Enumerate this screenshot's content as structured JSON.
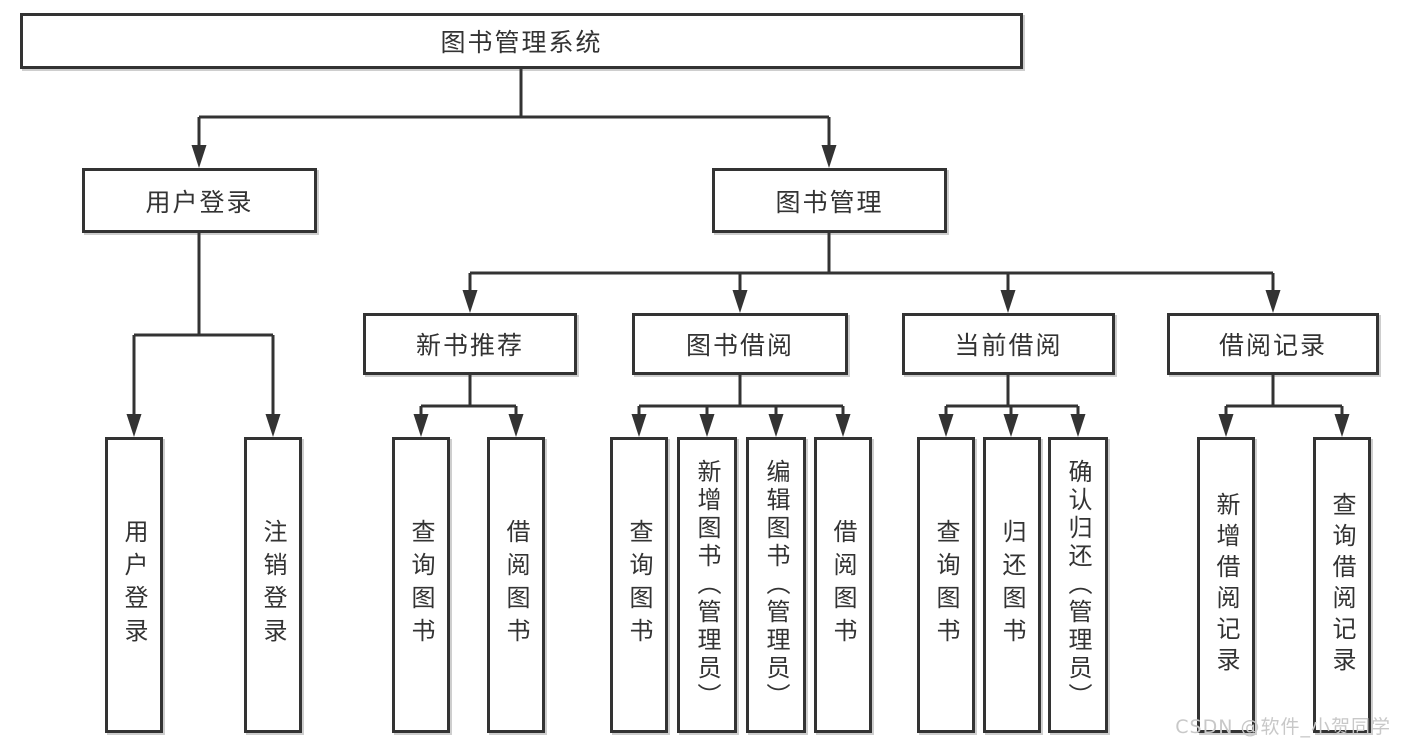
{
  "tree": {
    "root": "图书管理系统",
    "branches": [
      {
        "label": "用户登录",
        "children": [
          "用户登录",
          "注销登录"
        ]
      },
      {
        "label": "图书管理",
        "children": [
          {
            "label": "新书推荐",
            "children": [
              "查询图书",
              "借阅图书"
            ]
          },
          {
            "label": "图书借阅",
            "children": [
              "查询图书",
              "新增图书（管理员）",
              "编辑图书（管理员）",
              "借阅图书"
            ]
          },
          {
            "label": "当前借阅",
            "children": [
              "查询图书",
              "归还图书",
              "确认归还（管理员）"
            ]
          },
          {
            "label": "借阅记录",
            "children": [
              "新增借阅记录",
              "查询借阅记录"
            ]
          }
        ]
      }
    ]
  },
  "watermark": "CSDN @软件_小贺同学",
  "colors": {
    "line": "#333333",
    "box_border": "#333333",
    "box_fill": "#ffffff",
    "text": "#333333",
    "watermark": "#c8c8c8",
    "background": "#ffffff"
  }
}
